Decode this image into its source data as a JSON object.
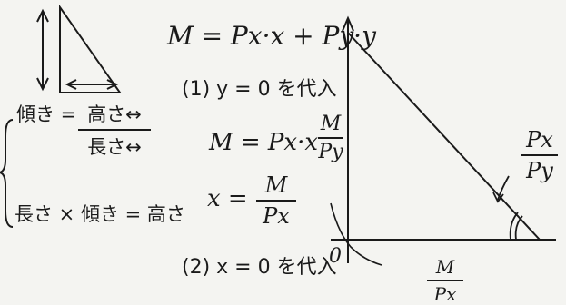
{
  "budget_eq": "M = Px·x + Py·y",
  "step1": "(1) y = 0 を代入",
  "eq_x_only": "M = Px·x",
  "x_intercept_lhs": "x =",
  "x_intercept_num": "M",
  "x_intercept_den": "Px",
  "step2": "(2) x = 0 を代入",
  "slope_def_lhs": "傾き =",
  "slope_def_num": "高さ↔",
  "slope_def_den": "長さ↔",
  "slope_product": "長さ × 傾き = 高さ",
  "y_axis_num": "M",
  "y_axis_den": "Py",
  "slope_num": "Px",
  "slope_den": "Py",
  "origin": "0",
  "x_axis_num": "M",
  "x_axis_den": "Px",
  "colors": {
    "ink": "#1a1a1a",
    "paper": "#f4f4f1"
  }
}
